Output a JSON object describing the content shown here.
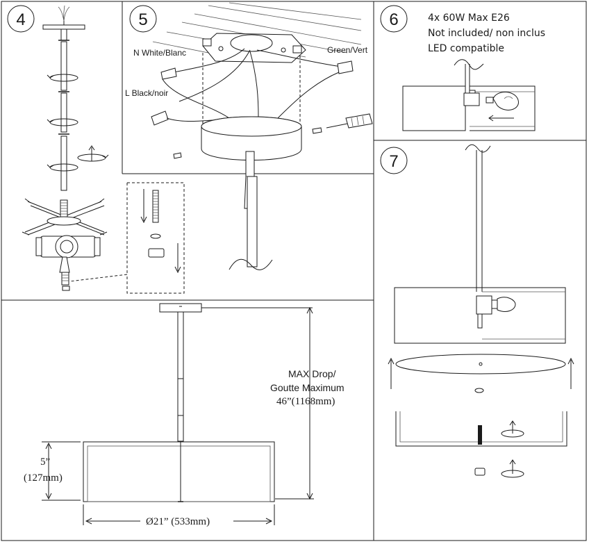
{
  "steps": {
    "s4": "4",
    "s5": "5",
    "s6": "6",
    "s7": "7"
  },
  "step5": {
    "neutral": "N White/Blanc",
    "line": "L Black/noir",
    "ground": "Green/Vert"
  },
  "step6": {
    "line1": "4x 60W Max E26",
    "line2": "Not included/ non inclus",
    "line3": "LED compatible"
  },
  "dimensions": {
    "max_drop_1": "MAX Drop/",
    "max_drop_2": "Goutte Maximum",
    "max_drop_3": "46”(1168mm)",
    "height_1": "5”",
    "height_2": "(127mm)",
    "diameter": "Ø21” (533mm)"
  }
}
